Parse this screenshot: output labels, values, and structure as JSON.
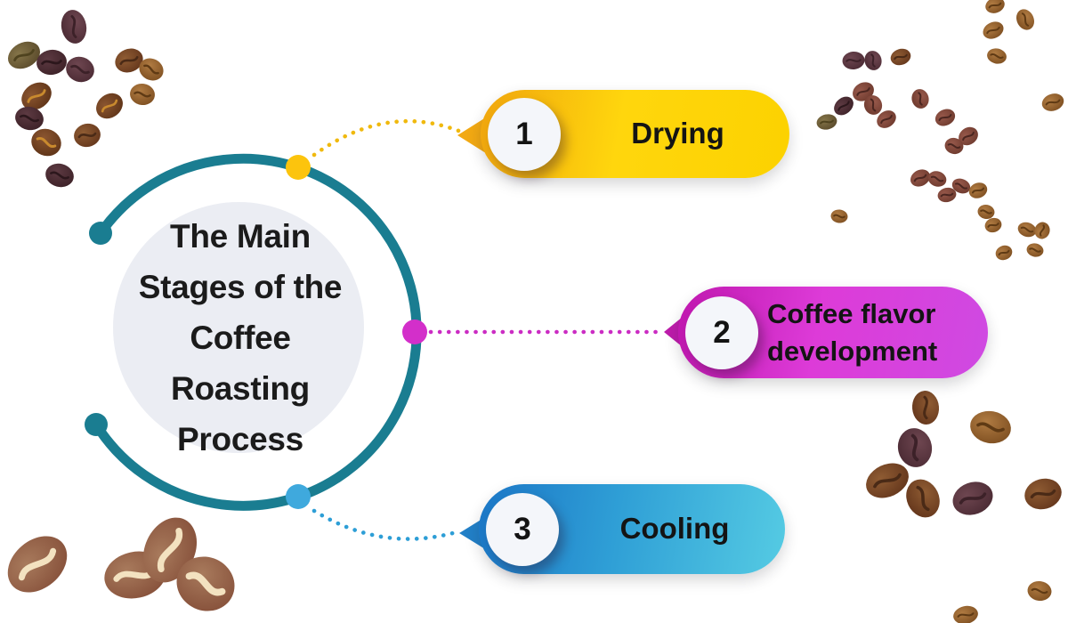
{
  "title": {
    "full_text": "The Main Stages of the Coffee Roasting Process",
    "lines": [
      "The Main",
      "Stages of the",
      "Coffee",
      "Roasting",
      "Process"
    ]
  },
  "stages": [
    {
      "number": "1",
      "label": "Drying",
      "gradient": [
        "#f0a50e",
        "#ffd60d",
        "#fcd200"
      ],
      "dot_color": "#fcc40d",
      "connector_color": "#f0b90e",
      "pointer_color": "#f2a913"
    },
    {
      "number": "2",
      "label": "Coffee flavor development",
      "gradient": [
        "#bf17ae",
        "#dd3bd8",
        "#cf4ae2"
      ],
      "dot_color": "#d32fca",
      "connector_color": "#cb2cc3",
      "pointer_color": "#bd1cab"
    },
    {
      "number": "3",
      "label": "Cooling",
      "gradient": [
        "#1b76c6",
        "#2f9fd6",
        "#55cbe3"
      ],
      "dot_color": "#3fa9dd",
      "connector_color": "#2d9ed6",
      "pointer_color": "#2280c8"
    }
  ],
  "palette": {
    "ring_teal": "#1a7d91",
    "center_circle_fill": "#ebedf3",
    "title_color": "#1b1b1b",
    "number_circle_fill": "#f4f6fa",
    "label_color": "#141414"
  },
  "decor": {
    "bean_image_name": "coffee-bean-image"
  }
}
